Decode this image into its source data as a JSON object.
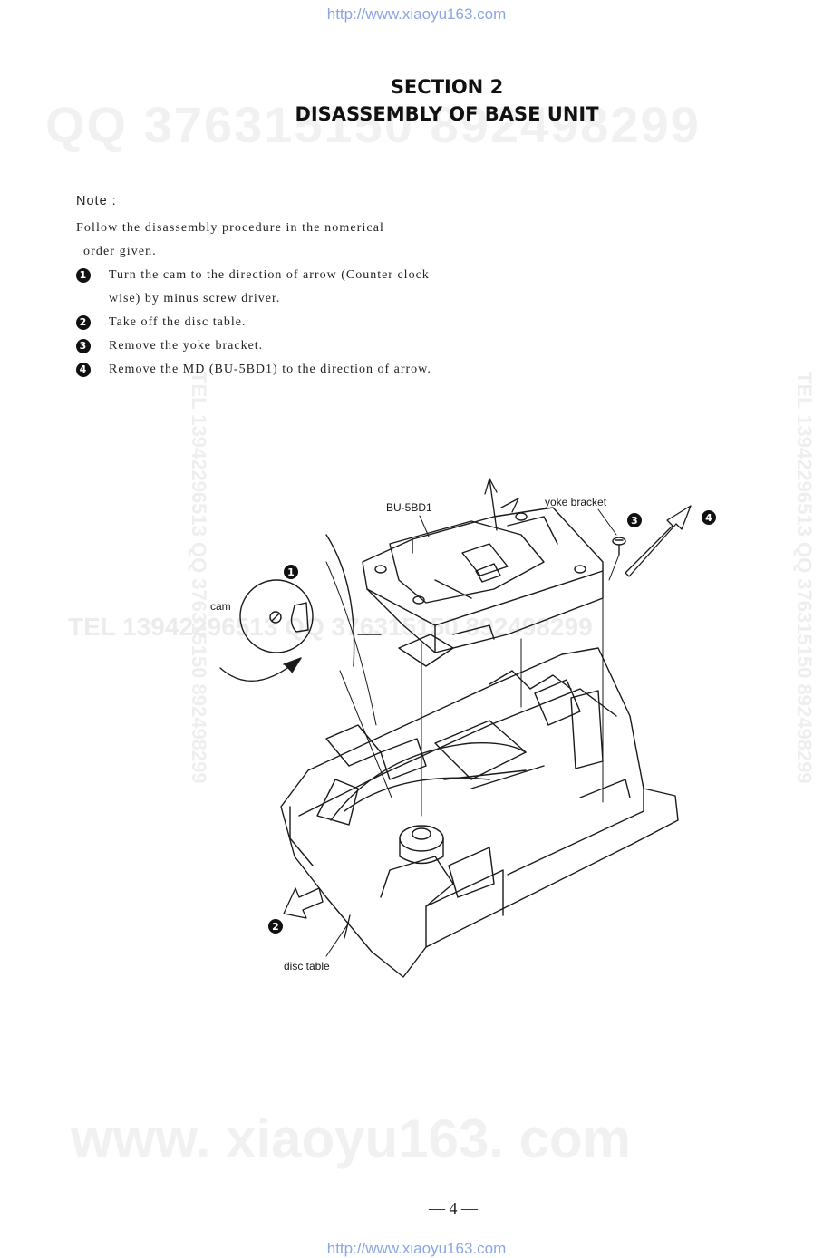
{
  "header": {
    "url": "http://www.xiaoyu163.com"
  },
  "footer": {
    "url": "http://www.xiaoyu163.com",
    "page_number": "— 4 —"
  },
  "watermarks": {
    "top": "QQ 376315150  892498299",
    "middle": "TEL 13942296513  QQ 376315150  892498299",
    "side": "TEL 13942296513  QQ 376315150  892498299",
    "bottom": "www. xiaoyu163. com"
  },
  "section": {
    "number": "SECTION 2",
    "title": "DISASSEMBLY OF BASE UNIT"
  },
  "note": {
    "label": "Note :",
    "intro_line1": "Follow the disassembly procedure in the nomerical",
    "intro_line2": "order given.",
    "steps": [
      {
        "num": "1",
        "text": "Turn the cam to the direction of arrow (Counter clock wise) by minus screw driver."
      },
      {
        "num": "2",
        "text": "Take off the disc table."
      },
      {
        "num": "3",
        "text": "Remove the yoke bracket."
      },
      {
        "num": "4",
        "text": "Remove the MD (BU-5BD1) to the direction of arrow."
      }
    ]
  },
  "figure": {
    "labels": {
      "bu": "BU-5BD1",
      "yoke": "yoke bracket",
      "cam": "cam",
      "disc_table": "disc table"
    },
    "badges": {
      "b1": "1",
      "b2": "2",
      "b3": "3",
      "b4": "4"
    }
  }
}
